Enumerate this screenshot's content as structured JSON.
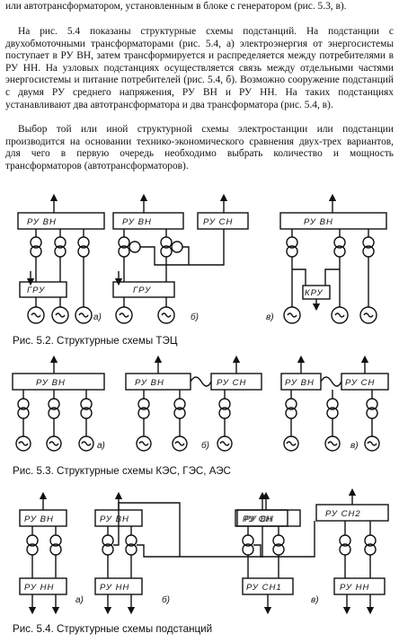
{
  "paragraphs": [
    "или автотрансформатором, установленным в блоке с генератором (рис. 5.3, в).",
    "На рис. 5.4 показаны структурные схемы подстанций. На подстанции с двухобмоточными трансформаторами (рис. 5.4, а) электроэнергия от энергосистемы поступает в РУ ВН, затем трансформируется и распределяется между потребителями в РУ НН. На узловых подстанциях осуществляется связь между отдельными частями энергосистемы и питание потребителей (рис. 5.4, б). Возможно сооружение подстанций с двумя РУ среднего напряжения, РУ ВН и РУ НН. На таких подстанциях устанавливают два автотрансформатора и два трансформатора (рис. 5.4, в).",
    "Выбор той или иной структурной схемы электростанции или подстанции производится на основании технико-экономического сравнения двух-трех вариантов, для чего в первую очередь необходимо выбрать количество и мощность трансформаторов (автотрансформаторов)."
  ],
  "labels": {
    "ru_vn": "РУ ВН",
    "ru_sn": "РУ СН",
    "ru_nn": "РУ НН",
    "gru": "ГРУ",
    "kru": "КРУ",
    "ru_sn1": "РУ СН1",
    "ru_sn2": "РУ СН2",
    "sub_a": "а)",
    "sub_b": "б)",
    "sub_v": "в)"
  },
  "captions": {
    "fig52": "Рис. 5.2. Структурные схемы ТЭЦ",
    "fig53": "Рис. 5.3. Структурные схемы КЭС, ГЭС, АЭС",
    "fig54": "Рис. 5.4. Структурные схемы подстанций"
  }
}
